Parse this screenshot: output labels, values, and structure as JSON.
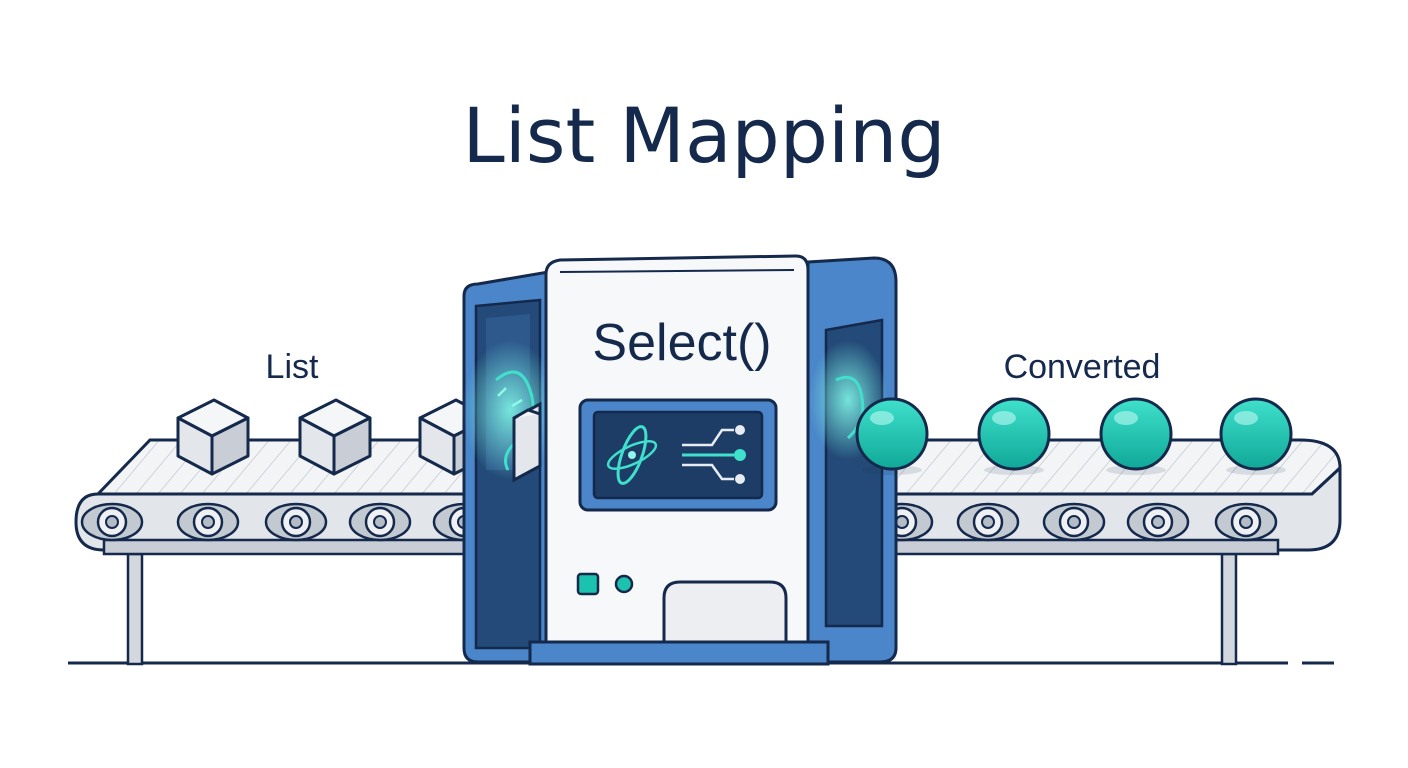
{
  "title": "List Mapping",
  "machine": {
    "label": "Select()"
  },
  "input_label": "List",
  "output_label": "Converted",
  "colors": {
    "ink": "#14294b",
    "machine_blue": "#4a86c9",
    "machine_dark": "#234a78",
    "teal": "#1cc2b0",
    "cube_face": "#e3e7ec",
    "belt": "#eef0f3",
    "leg": "#c9ced6",
    "roller": "#b4bcc7"
  },
  "icons": [
    "cube-icon",
    "sphere-icon",
    "orbit-icon",
    "branch-icon"
  ]
}
